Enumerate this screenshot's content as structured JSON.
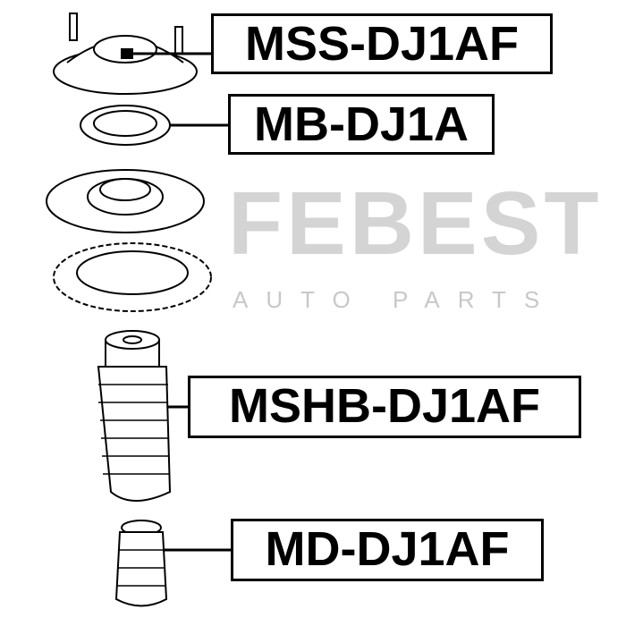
{
  "watermark": {
    "brand": "FEBEST",
    "tagline": "AUTO PARTS"
  },
  "labels": {
    "strut_mount": "MSS-DJ1AF",
    "bearing": "MB-DJ1A",
    "boot": "MSHB-DJ1AF",
    "bump_stop": "MD-DJ1AF"
  }
}
